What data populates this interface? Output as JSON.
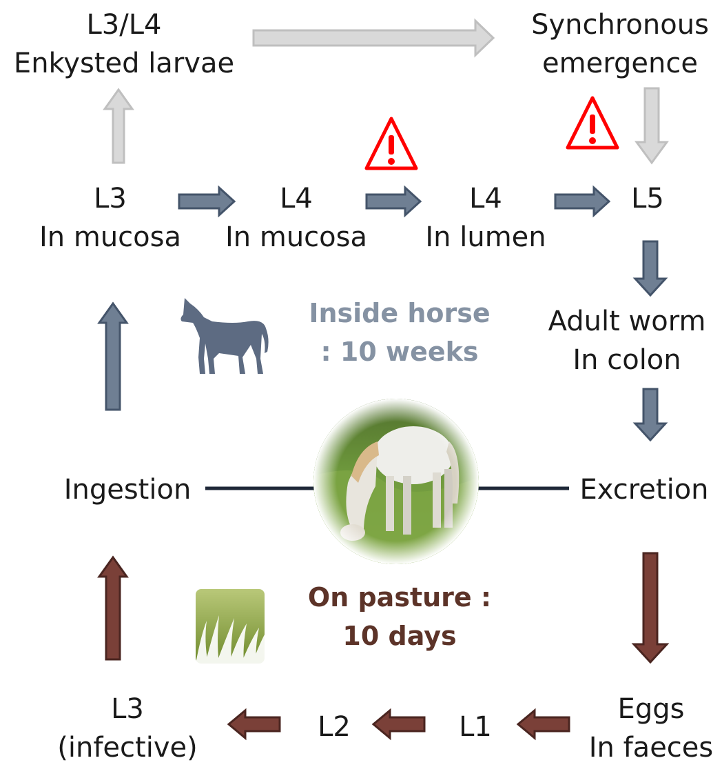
{
  "nodes": {
    "enkysted": {
      "line1": "L3/L4",
      "line2": "Enkysted larvae"
    },
    "synchronous": {
      "line1": "Synchronous",
      "line2": "emergence"
    },
    "l3_mucosa": {
      "line1": "L3",
      "line2": "In mucosa"
    },
    "l4_mucosa": {
      "line1": "L4",
      "line2": "In mucosa"
    },
    "l4_lumen": {
      "line1": "L4",
      "line2": "In lumen"
    },
    "l5": {
      "line1": "L5"
    },
    "adult": {
      "line1": "Adult worm",
      "line2": "In colon"
    },
    "ingestion": {
      "line1": "Ingestion"
    },
    "excretion": {
      "line1": "Excretion"
    },
    "l3_infective": {
      "line1": "L3",
      "line2": "(infective)"
    },
    "l2": {
      "line1": "L2"
    },
    "l1": {
      "line1": "L1"
    },
    "eggs": {
      "line1": "Eggs",
      "line2": "In faeces"
    }
  },
  "phases": {
    "inside": {
      "line1": "Inside horse",
      "line2": ": 10 weeks"
    },
    "pasture": {
      "line1": "On pasture :",
      "line2": "10 days"
    }
  },
  "colors": {
    "inside_arrow": "#6f7f93",
    "inside_text": "#8592a3",
    "pasture_arrow": "#7a4038",
    "pasture_text": "#5c3328",
    "encyst_arrow": "#d9d9d9",
    "warning": "#ff0000",
    "connector": "#1f2838"
  },
  "icons": [
    "horse-silhouette-icon",
    "grazing-horse-photo",
    "grass-icon",
    "warning-icon"
  ]
}
